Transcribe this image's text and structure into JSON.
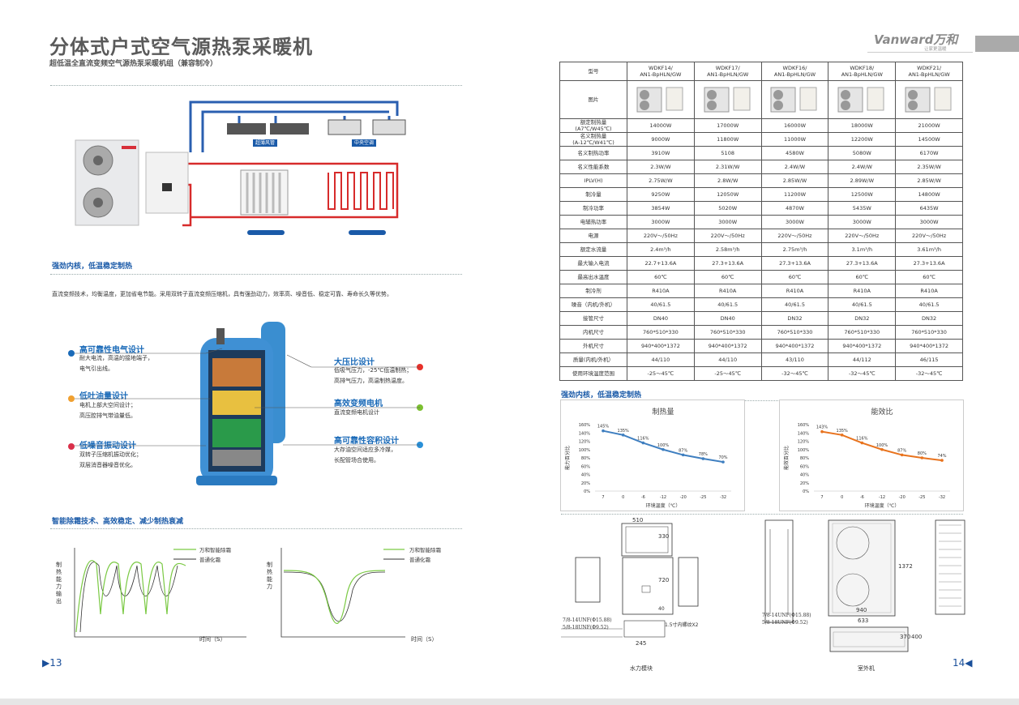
{
  "left": {
    "title": "分体式户式空气源热泵采暖机",
    "subtitle": "超低温全直流变频空气源热泵采暖机组（兼容制冷）",
    "diagram": {
      "label1": "超薄风管",
      "label2": "中央空调"
    },
    "section1": {
      "heading": "强劲内核，低温稳定制热",
      "text": "直流变频技术，均衡温度，更加省电节能。采用双转子直流变频压缩机，具有强劲动力，效率高、噪音低、稳定可靠、寿命长久等优势。"
    },
    "features": [
      {
        "title": "高可靠性电气设计",
        "text1": "耐大电流，高温的接地端子，",
        "text2": "电气引出线。"
      },
      {
        "title": "低吐油量设计",
        "text1": "电机上部大空间设计；",
        "text2": "高压腔排气带油量低。"
      },
      {
        "title": "低噪音振动设计",
        "text1": "双转子压缩机振动优化；",
        "text2": "双层消音器噪音优化。"
      },
      {
        "title": "大压比设计",
        "text1": "低吸气压力，-25℃低温制热；",
        "text2": "高排气压力，高温制热温度。"
      },
      {
        "title": "高效变频电机",
        "text1": "直流变频电机设计",
        "text2": ""
      },
      {
        "title": "高可靠性容积设计",
        "text1": "大存油空间适应多冷媒，",
        "text2": "长配管场合使用。"
      }
    ],
    "feature_colors": [
      "#1a6ab8",
      "#f0a030",
      "#d9304a",
      "#e8302a",
      "#7cc030",
      "#2a90d8"
    ],
    "section2": {
      "heading": "智能除霜技术、高效稳定、减少制热衰减"
    },
    "defrost_chart1": {
      "legend1": "万和智能除霜",
      "legend2": "普通化霜",
      "ylabel": "制热能力输出",
      "xlabel": "时间（S）"
    },
    "defrost_chart2": {
      "legend1": "万和智能除霜",
      "legend2": "普通化霜",
      "ylabel": "制热能力",
      "xlabel": "时间（S）"
    },
    "page_number": "▶13"
  },
  "right": {
    "brand": "Vanward万和",
    "brand_sub": "让家更温暖",
    "table": {
      "headers": [
        "型号",
        "WDKF14/\nAN1-BpHLN/GW",
        "WDKF17/\nAN1-BpHLN/GW",
        "WDKF16/\nAN1-BpHLN/GW",
        "WDKF18/\nAN1-BpHLN/GW",
        "WDKF21/\nAN1-BpHLN/GW"
      ],
      "image_row_label": "图片",
      "rows": [
        [
          "额定制热量\n(A7℃/W45℃)",
          "14000W",
          "17000W",
          "16000W",
          "18000W",
          "21000W"
        ],
        [
          "名义制热量\n(A-12℃/W41℃)",
          "9000W",
          "11800W",
          "11000W",
          "12200W",
          "14500W"
        ],
        [
          "名义制热功率",
          "3910W",
          "5108",
          "4580W",
          "5080W",
          "6170W"
        ],
        [
          "名义性能系数",
          "2.3W/W",
          "2.31W/W",
          "2.4W/W",
          "2.4W/W",
          "2.35W/W"
        ],
        [
          "IPLV(H)",
          "2.75W/W",
          "2.8W/W",
          "2.85W/W",
          "2.89W/W",
          "2.85W/W"
        ],
        [
          "制冷量",
          "9250W",
          "12050W",
          "11200W",
          "12500W",
          "14800W"
        ],
        [
          "制冷功率",
          "3854W",
          "5020W",
          "4870W",
          "5435W",
          "6435W"
        ],
        [
          "电辅热功率",
          "3000W",
          "3000W",
          "3000W",
          "3000W",
          "3000W"
        ],
        [
          "电源",
          "220V～/50Hz",
          "220V～/50Hz",
          "220V～/50Hz",
          "220V～/50Hz",
          "220V～/50Hz"
        ],
        [
          "额定水流量",
          "2.4m³/h",
          "2.58m³/h",
          "2.75m³/h",
          "3.1m³/h",
          "3.61m³/h"
        ],
        [
          "最大输入电流",
          "22.7+13.6A",
          "27.3+13.6A",
          "27.3+13.6A",
          "27.3+13.6A",
          "27.3+13.6A"
        ],
        [
          "最高出水温度",
          "60℃",
          "60℃",
          "60℃",
          "60℃",
          "60℃"
        ],
        [
          "制冷剂",
          "R410A",
          "R410A",
          "R410A",
          "R410A",
          "R410A"
        ],
        [
          "噪音（内机/外机）",
          "40/61.5",
          "40/61.5",
          "40/61.5",
          "40/61.5",
          "40/61.5"
        ],
        [
          "接管尺寸",
          "DN40",
          "DN40",
          "DN32",
          "DN32",
          "DN32"
        ],
        [
          "内机尺寸",
          "760*510*330",
          "760*510*330",
          "760*510*330",
          "760*510*330",
          "760*510*330"
        ],
        [
          "外机尺寸",
          "940*400*1372",
          "940*400*1372",
          "940*400*1372",
          "940*400*1372",
          "940*400*1372"
        ],
        [
          "质量(内机/外机）",
          "44/110",
          "44/110",
          "43/110",
          "44/112",
          "46/115"
        ],
        [
          "使用环境温度范围",
          "-25～45℃",
          "-25～45℃",
          "-32～45℃",
          "-32～45℃",
          "-32～45℃"
        ]
      ]
    },
    "section_heading": "强劲内核，低温稳定制热",
    "drawings": {
      "water_module_label": "水力模块",
      "outdoor_label": "室外机",
      "dim_510": "510",
      "dim_330": "330",
      "dim_720": "720",
      "dim_40": "40",
      "dim_245": "245",
      "water_pipe1": "7/8-14UNF(Φ15.88)",
      "water_pipe2": "5/8-18UNF(Φ9.52)",
      "water_conn": "1.5寸内螺纹X2",
      "out_pipe1": "7/8-14UNF(Φ15.88)",
      "out_pipe2": "5/8-18UNF(Φ9.52)",
      "dim_940": "940",
      "dim_1372": "1372",
      "dim_633": "633",
      "dim_370": "370",
      "dim_400": "400"
    },
    "page_number": "14◀"
  },
  "chart_data": [
    {
      "type": "line",
      "title": "制热量",
      "x": [
        "7",
        "0",
        "-6",
        "-12",
        "-20",
        "-25",
        "-32"
      ],
      "series": [
        {
          "values": [
            145,
            135,
            116,
            100,
            87,
            78,
            70
          ]
        }
      ],
      "data_labels": [
        "145%",
        "135%",
        "116%",
        "100%",
        "87%",
        "78%",
        "70%"
      ],
      "xlabel": "环境温度（℃）",
      "ylabel": "能力百分比",
      "y_ticks": [
        "0%",
        "20%",
        "40%",
        "60%",
        "80%",
        "100%",
        "120%",
        "140%",
        "160%"
      ],
      "ylim": [
        0,
        160
      ],
      "color": "#3f7fc0"
    },
    {
      "type": "line",
      "title": "能效比",
      "x": [
        "7",
        "0",
        "-6",
        "-12",
        "-20",
        "-25",
        "-32"
      ],
      "series": [
        {
          "values": [
            143,
            135,
            116,
            100,
            87,
            80,
            74
          ]
        }
      ],
      "data_labels": [
        "143%",
        "135%",
        "116%",
        "100%",
        "87%",
        "80%",
        "74%"
      ],
      "xlabel": "环境温度（℃）",
      "ylabel": "能效百分比",
      "y_ticks": [
        "0%",
        "20%",
        "40%",
        "60%",
        "80%",
        "100%",
        "120%",
        "140%",
        "160%"
      ],
      "ylim": [
        0,
        160
      ],
      "color": "#e8731e"
    }
  ]
}
